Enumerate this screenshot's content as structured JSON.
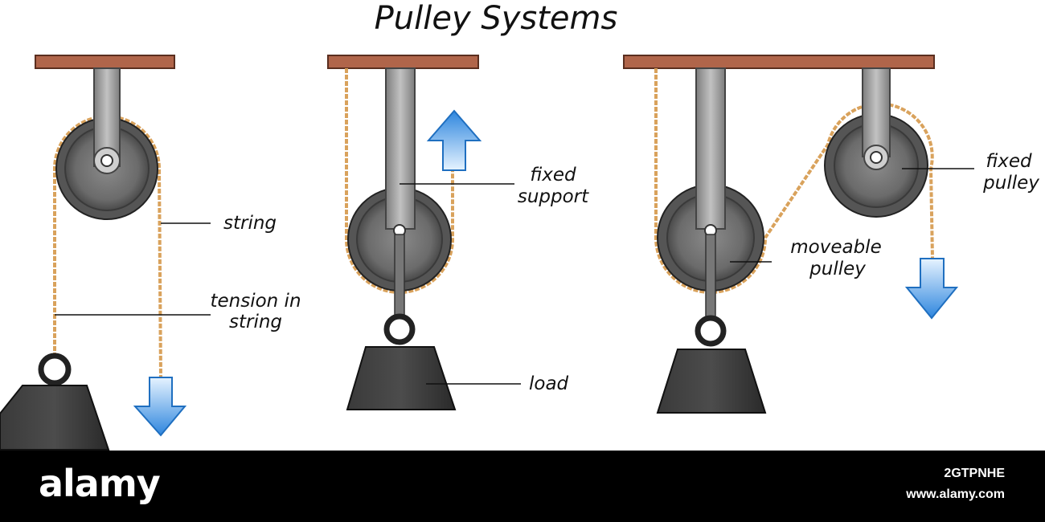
{
  "title": "Pulley Systems",
  "labels": {
    "string": "string",
    "tension_line1": "tension in",
    "tension_line2": "string",
    "fixed_support_line1": "fixed",
    "fixed_support_line2": "support",
    "load": "load",
    "moveable_line1": "moveable",
    "moveable_line2": "pulley",
    "fixed_pulley_line1": "fixed",
    "fixed_pulley_line2": "pulley"
  },
  "watermark": {
    "logo": "alamy",
    "image_id": "2GTPNHE",
    "url": "www.alamy.com"
  },
  "colors": {
    "ceiling": "#b0654a",
    "rope": "#d9a25c",
    "pulley": "#6e6e6e",
    "bracket": "#9c9c9c",
    "weight": "#2e2e2e",
    "arrow": "#3b8fe0"
  }
}
